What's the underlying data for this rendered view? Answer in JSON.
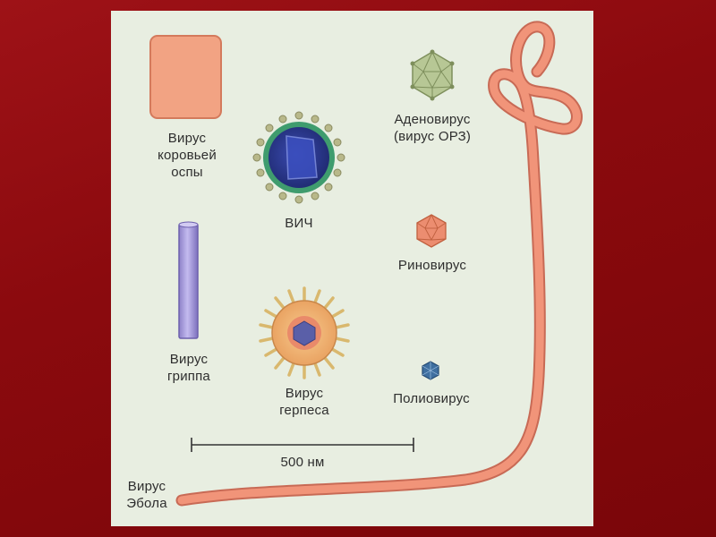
{
  "labels": {
    "vaccinia": "Вирус\nкоровьей\nоспы",
    "hiv": "ВИЧ",
    "adenovirus": "Аденовирус\n(вирус ОРЗ)",
    "rhinovirus": "Риновирус",
    "influenza": "Вирус\nгриппа",
    "herpes": "Вирус\nгерпеса",
    "poliovirus": "Полиовирус",
    "scale": "500 нм",
    "ebola": "Вирус\nЭбола"
  },
  "icons": {
    "vaccinia": "rounded-rectangle",
    "hiv": "spiked-sphere",
    "adenovirus": "icosahedron",
    "rhinovirus": "icosahedron",
    "influenza": "cylinder",
    "herpes": "spiked-sphere",
    "poliovirus": "icosahedron",
    "ebola": "filament"
  },
  "colors": {
    "background": "#8b0a0e",
    "panel": "#e8eee1",
    "vaccinia": "#f09a7a",
    "hiv_core": "#2b3a8f",
    "hiv_shell": "#3f9c6e",
    "adenovirus": "#aebf8a",
    "rhinovirus": "#e7856a",
    "influenza": "#a59ad8",
    "herpes": "#f0b070",
    "poliovirus": "#3f6fa0",
    "ebola": "#ef8f76"
  }
}
